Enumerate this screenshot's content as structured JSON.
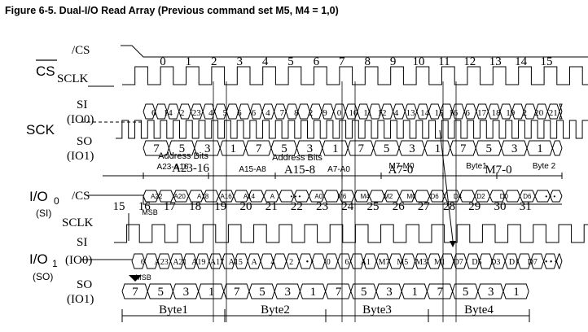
{
  "title": "Figure 6-5.    Dual-I/O Read Array (Previous command set M5, M4 = 1,0)",
  "left_labels": {
    "cs": "CS",
    "sck": "SCK",
    "io0_main": "I/O",
    "io0_sub": "0",
    "io0_note": "(SI)",
    "io1_main": "I/O",
    "io1_sub": "1",
    "io1_note": "(SO)"
  },
  "panel1": {
    "signals": {
      "cs": "/CS",
      "sclk": "SCLK",
      "si": "SI",
      "si_sub": "(IO0)",
      "so": "SO",
      "so_sub": "(IO1)"
    },
    "clock_numbers": [
      "0",
      "1",
      "2",
      "3",
      "4",
      "5",
      "6",
      "7",
      "8",
      "9",
      "10",
      "11",
      "12",
      "13",
      "14",
      "15"
    ],
    "si_values": [
      "6",
      "14",
      "2",
      "23",
      "4",
      "5",
      "6",
      "6",
      "4",
      "7",
      "8",
      "2",
      "9",
      "0",
      "10",
      "11",
      "12",
      "4",
      "13",
      "14",
      "15",
      "16",
      "6",
      "17",
      "18",
      "19",
      "2",
      "20",
      "21"
    ],
    "so_values": [
      "7",
      "5",
      "3",
      "1",
      "7",
      "5",
      "3",
      "1",
      "7",
      "5",
      "3",
      "1",
      "7",
      "5",
      "3",
      "1"
    ],
    "annotations": [
      "Address Bits",
      "A23-A16",
      "A23-16",
      "A15-A8",
      "Address Bits",
      "A15-8",
      "A7-A0",
      "M7-M0",
      "A7-0",
      "Byte1",
      "M7-0",
      "Byte 2"
    ]
  },
  "panel2": {
    "signals": {
      "cs": "/CS",
      "sclk": "SCLK",
      "si": "SI",
      "si_sub": "(IO0)",
      "so": "SO",
      "so_sub": "(IO1)"
    },
    "clock_numbers": [
      "15",
      "16",
      "17",
      "18",
      "19",
      "20",
      "21",
      "22",
      "23",
      "24",
      "25",
      "26",
      "27",
      "28",
      "29",
      "30",
      "31"
    ],
    "io0_values": [
      "A22",
      "A20",
      "A18",
      "A16",
      "A14",
      "A",
      "• • •",
      "A0",
      "M6",
      "M4",
      "M2",
      "M0",
      "D6",
      "D4",
      "D2",
      "D0",
      "D6",
      "• • •"
    ],
    "msb": "MSB",
    "si_values": [
      "6",
      "A23",
      "A21",
      "A19",
      "A17",
      "A15",
      "A",
      "4",
      "2",
      "• •",
      "0",
      "6",
      "A1",
      "M7",
      "M5",
      "M3",
      "M1",
      "D7",
      "D5",
      "D3",
      "D1",
      "D7",
      "• • •"
    ],
    "so_values": [
      "7",
      "5",
      "3",
      "1",
      "7",
      "5",
      "3",
      "1",
      "7",
      "5",
      "3",
      "1",
      "7",
      "5",
      "3",
      "1"
    ],
    "byte_labels": [
      "Byte1",
      "Byte2",
      "Byte3",
      "Byte4"
    ]
  }
}
